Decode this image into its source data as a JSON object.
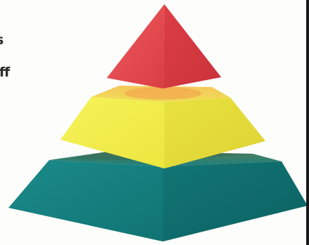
{
  "side_text": {
    "line1": "s",
    "line2": "aff"
  },
  "tiers": [
    {
      "name": "top",
      "color": "#e2464a"
    },
    {
      "name": "middle",
      "color": "#f3f04a"
    },
    {
      "name": "bottom",
      "color": "#167c7c"
    }
  ]
}
